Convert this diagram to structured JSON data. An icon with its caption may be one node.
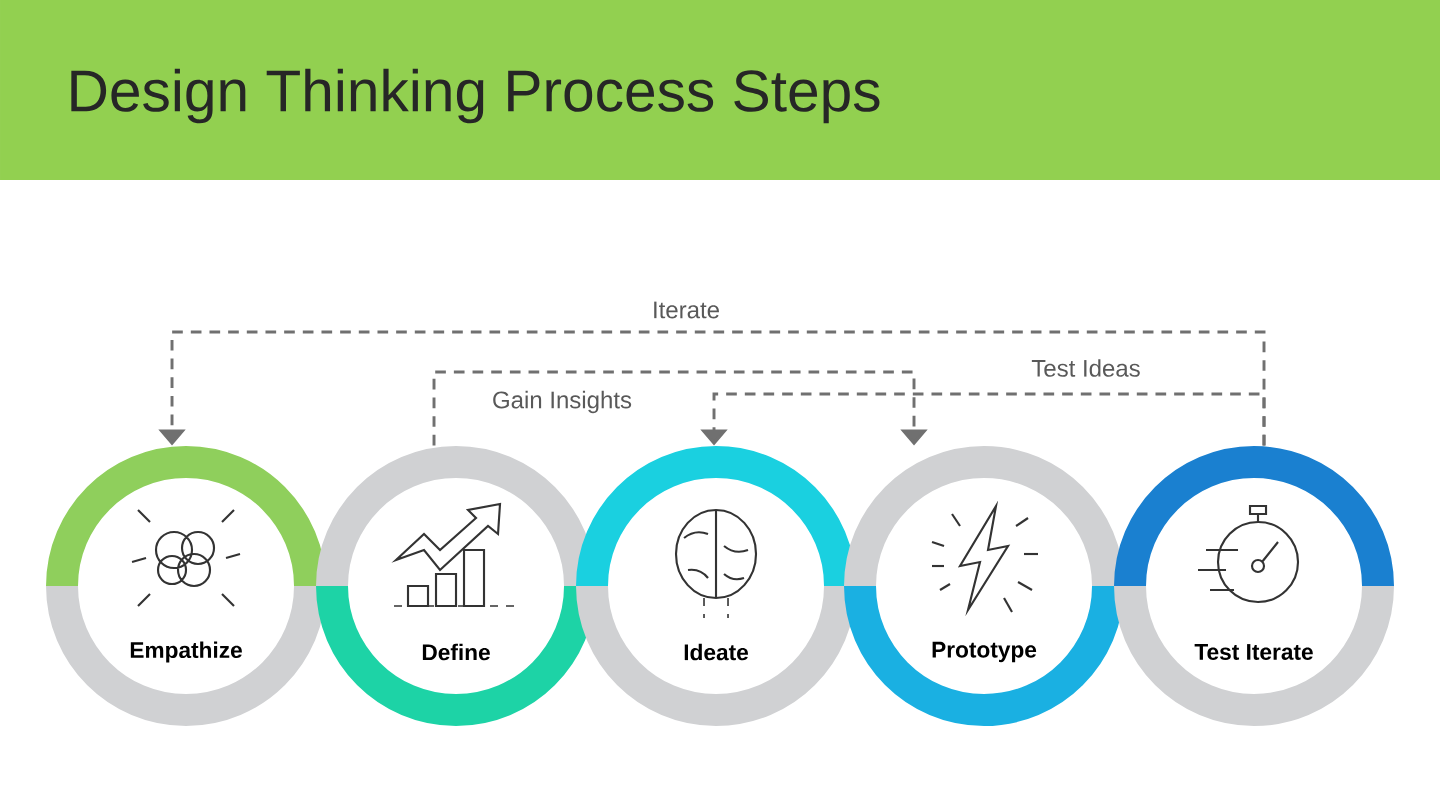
{
  "diagram": {
    "title": "Design Thinking Process Steps",
    "nodes": [
      {
        "text": [
          "Empathize"
        ]
      },
      {
        "text": [
          "Define"
        ]
      },
      {
        "text": [
          "Ideate"
        ]
      },
      {
        "text": [
          "Prototype"
        ]
      },
      {
        "text": [
          "Test Iterate"
        ]
      }
    ],
    "edges": [
      {
        "from": 4,
        "to": 0,
        "arrow": "to",
        "label": "Iterate",
        "style": "dashed"
      },
      {
        "from": 4,
        "to": 2,
        "arrow": "to",
        "label": "Test Ideas",
        "style": "dashed"
      },
      {
        "from": 1,
        "to": 3,
        "arrow": "to",
        "label": "Gain Insights",
        "style": "dashed"
      }
    ]
  }
}
